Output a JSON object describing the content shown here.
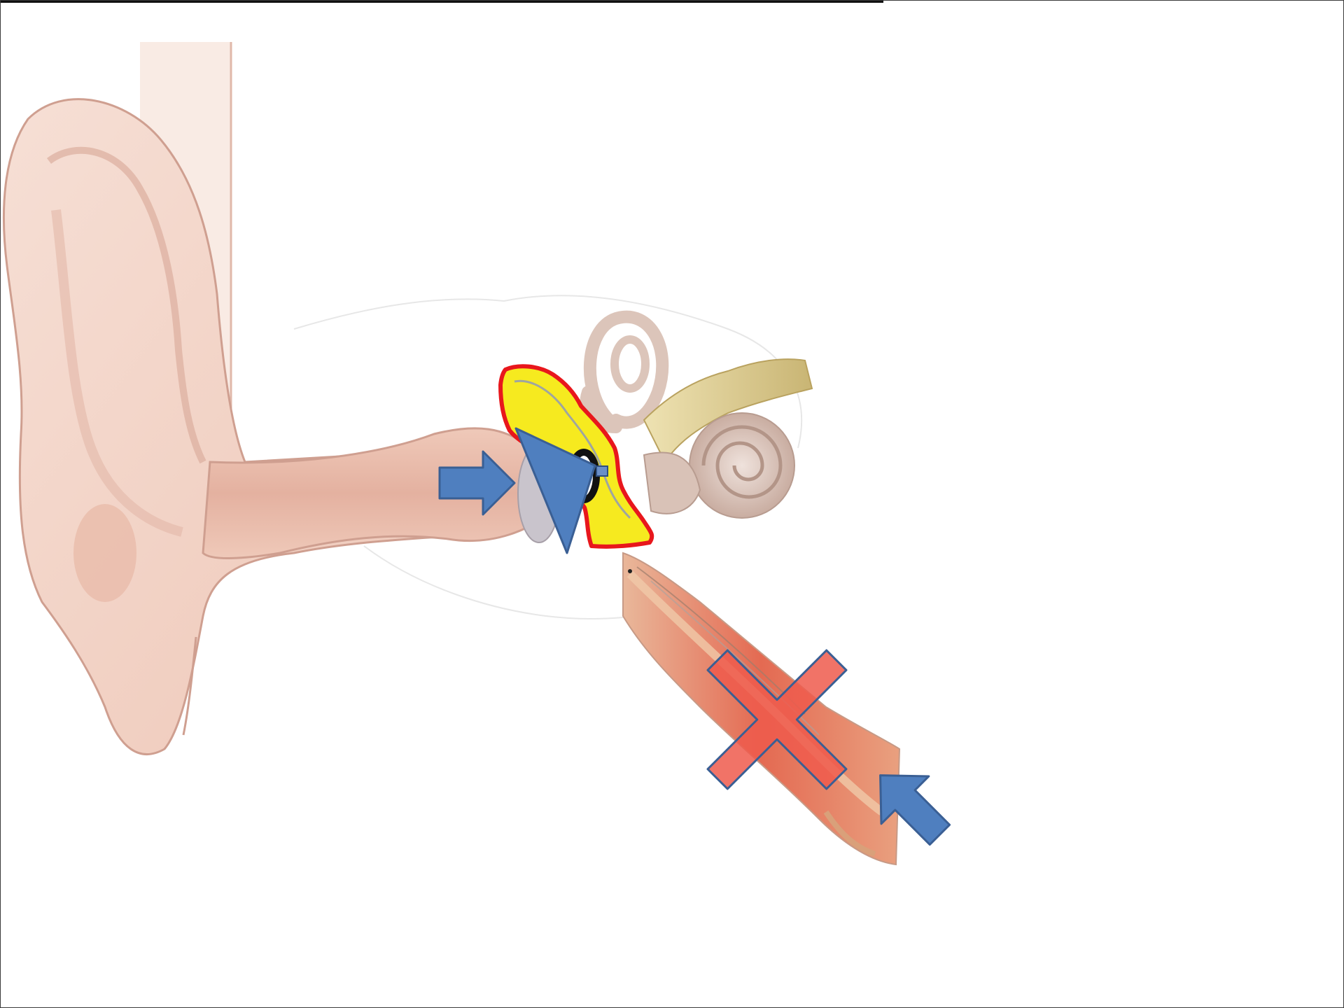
{
  "diagram": {
    "type": "ear-anatomy-illustration",
    "parts": [
      "outer-ear",
      "ear-canal",
      "eardrum",
      "middle-ear-ossicles",
      "semicircular-canals",
      "cochlea",
      "vestibular-nerve",
      "eustachian-tube"
    ],
    "annotations": [
      {
        "name": "arrow-into-ear-canal",
        "shape": "block-arrow",
        "direction": "right"
      },
      {
        "name": "eardrum-triangle",
        "shape": "triangle"
      },
      {
        "name": "middle-ear-highlight",
        "shape": "outlined-region"
      },
      {
        "name": "tube-blocked-cross",
        "shape": "cross"
      },
      {
        "name": "arrow-up-tube",
        "shape": "block-arrow",
        "direction": "up-left"
      }
    ]
  },
  "colors": {
    "skin": "#f1d3c6",
    "skin_outline": "#cf9f90",
    "bone": "#e6cfc4",
    "nerve": "#d8c98a",
    "highlight_fill": "#f5ea1e",
    "highlight_outline": "#e8171c",
    "arrow_blue": "#4f7fbf",
    "arrow_outline": "#3a5f94",
    "cross_red": "#ef5b4c",
    "tube_red": "#e8705a"
  }
}
